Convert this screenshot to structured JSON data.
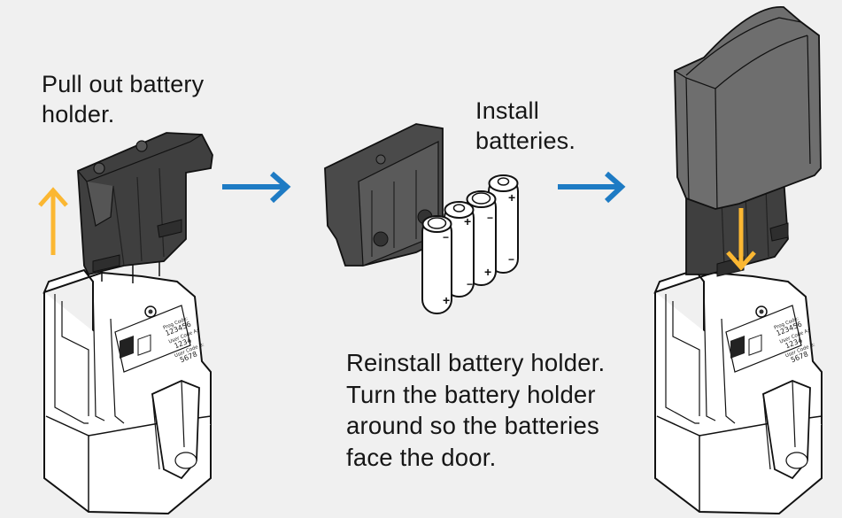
{
  "steps": [
    {
      "caption": "Pull out battery\nholder.",
      "arrow_direction": "up"
    },
    {
      "caption": "Install\nbatteries."
    },
    {
      "caption": "Reinstall battery holder.\nTurn the battery holder\naround so the batteries\nface the door.",
      "arrow_direction": "down"
    }
  ],
  "flow_arrows": [
    "right-arrow",
    "right-arrow"
  ],
  "lock_label": {
    "prog_code_label": "Prog Code:",
    "prog_code": "123456",
    "user_code_a_label": "User Code A:",
    "user_code_a": "1234",
    "user_code_b_label": "User Code B:",
    "user_code_b": "5678"
  },
  "battery_polarity": {
    "plus": "+",
    "minus": "−"
  },
  "colors": {
    "background": "#f0f0f0",
    "flow_arrow": "#1e7bc4",
    "motion_arrow": "#fbb732",
    "holder_dark": "#4a4a4a",
    "cover_gray": "#707070"
  }
}
